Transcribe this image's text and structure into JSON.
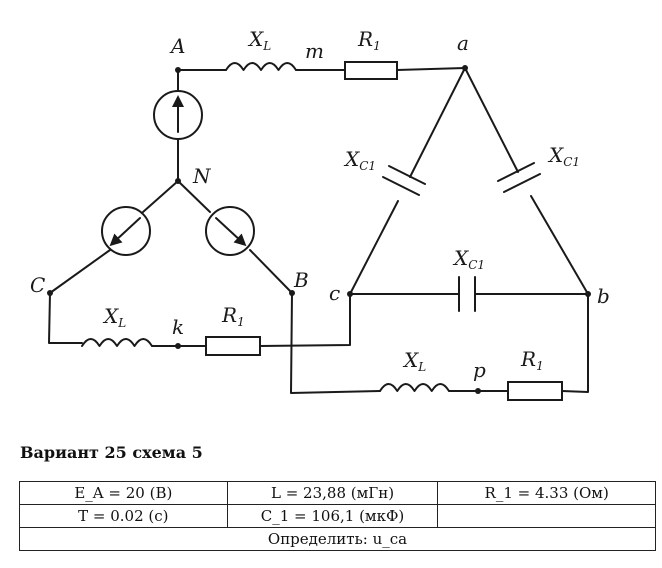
{
  "nodes": {
    "A": "A",
    "m": "m",
    "a": "a",
    "N": "N",
    "C": "C",
    "B": "B",
    "c": "c",
    "b": "b",
    "k": "k",
    "p": "p"
  },
  "components": {
    "x_l_top": {
      "main": "X",
      "sub": "L"
    },
    "r1_top": {
      "main": "R",
      "sub": "1"
    },
    "x_c1_left": {
      "main": "X",
      "sub": "C1"
    },
    "x_c1_right": {
      "main": "X",
      "sub": "C1"
    },
    "x_c1_middle": {
      "main": "X",
      "sub": "C1"
    },
    "x_l_k": {
      "main": "X",
      "sub": "L"
    },
    "r1_k": {
      "main": "R",
      "sub": "1"
    },
    "x_l_p": {
      "main": "X",
      "sub": "L"
    },
    "r1_p": {
      "main": "R",
      "sub": "1"
    }
  },
  "variant_title": "Вариант 25 схема 5",
  "params": {
    "row1": {
      "ea": "E_A = 20 (B)",
      "l": "L = 23,88 (мГн)",
      "r1": "R_1 = 4.33 (Ом)"
    },
    "row2": {
      "t": "T = 0.02 (c)",
      "c1": "C_1 = 106,1 (мкФ)",
      "empty": ""
    },
    "row3": {
      "task": "Определить: u_ca"
    }
  },
  "colors": {
    "ink": "#1a1a1a",
    "background": "#ffffff"
  }
}
